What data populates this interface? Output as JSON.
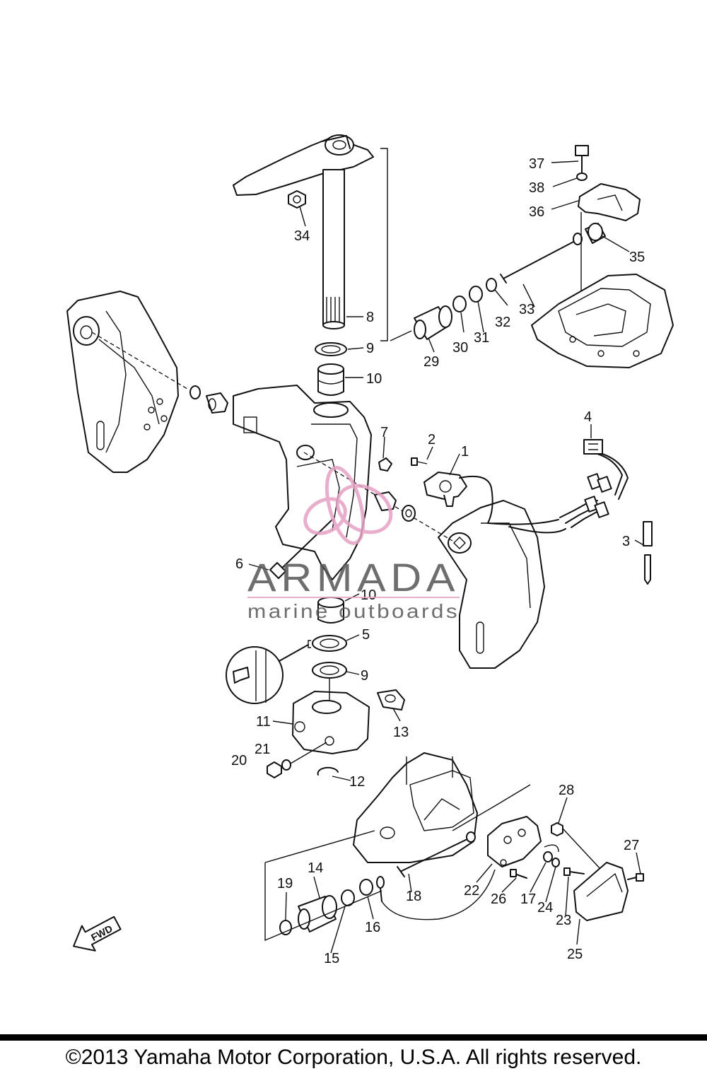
{
  "diagram": {
    "callouts": [
      "1",
      "2",
      "3",
      "4",
      "5",
      "6",
      "7",
      "8",
      "9",
      "10",
      "11",
      "12",
      "13",
      "14",
      "15",
      "16",
      "17",
      "18",
      "19",
      "20",
      "21",
      "22",
      "23",
      "24",
      "25",
      "26",
      "27",
      "28",
      "29",
      "30",
      "31",
      "32",
      "33",
      "34",
      "35",
      "36",
      "37",
      "38"
    ],
    "secondary_callouts": [
      "9",
      "10"
    ],
    "fwd_arrow_text": "FWD"
  },
  "watermark": {
    "brand": "ARMADA",
    "tagline": "marine outboards",
    "accent_color": "#e6a1c4"
  },
  "footer": {
    "copyright": "©2013 Yamaha Motor Corporation, U.S.A. All rights reserved."
  }
}
